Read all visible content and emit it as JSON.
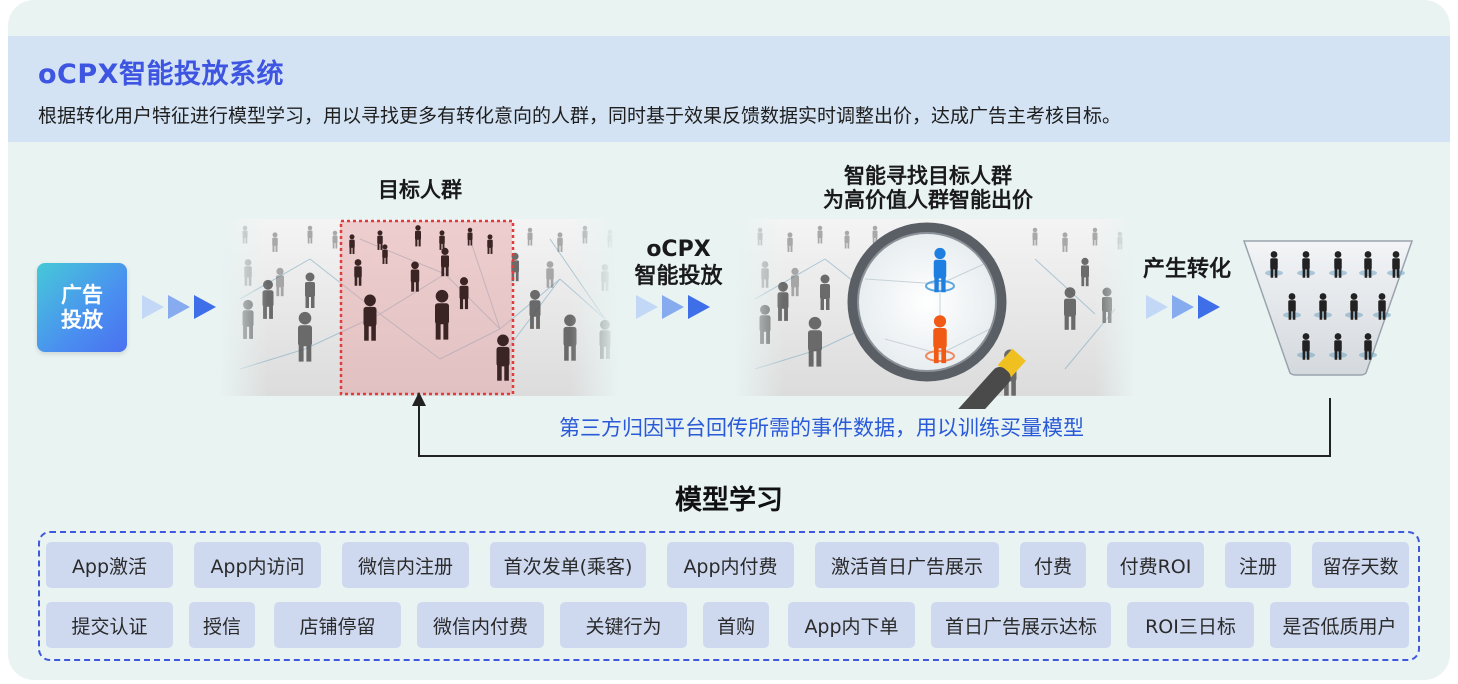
{
  "header": {
    "title": "oCPX智能投放系统",
    "subtitle": "根据转化用户特征进行模型学习，用以寻找更多有转化意向的人群，同时基于效果反馈数据实时调整出价，达成广告主考核目标。"
  },
  "flow": {
    "ad_box_line1": "广告",
    "ad_box_line2": "投放",
    "target_label": "目标人群",
    "ocpx_line1": "oCPX",
    "ocpx_line2": "智能投放",
    "smart_line1": "智能寻找目标人群",
    "smart_line2": "为高价值人群智能出价",
    "convert_label": "产生转化",
    "feedback": "第三方归因平台回传所需的事件数据，用以训练买量模型"
  },
  "model": {
    "title": "模型学习",
    "row1": [
      "App激活",
      "App内访问",
      "微信内注册",
      "首次发单(乘客)",
      "App内付费",
      "激活首日广告展示",
      "付费",
      "付费ROI",
      "注册",
      "留存天数"
    ],
    "row2": [
      "提交认证",
      "授信",
      "店铺停留",
      "微信内付费",
      "关键行为",
      "首购",
      "App内下单",
      "首日广告展示达标",
      "ROI三日标",
      "是否低质用户"
    ]
  },
  "colors": {
    "accent": "#3d55e0",
    "feedback_text": "#2a5ad8",
    "tag_bg": "#ced9f0",
    "highlight_border": "#e23b3b",
    "blue_person": "#1e7fe0",
    "orange_person": "#f05a14"
  }
}
